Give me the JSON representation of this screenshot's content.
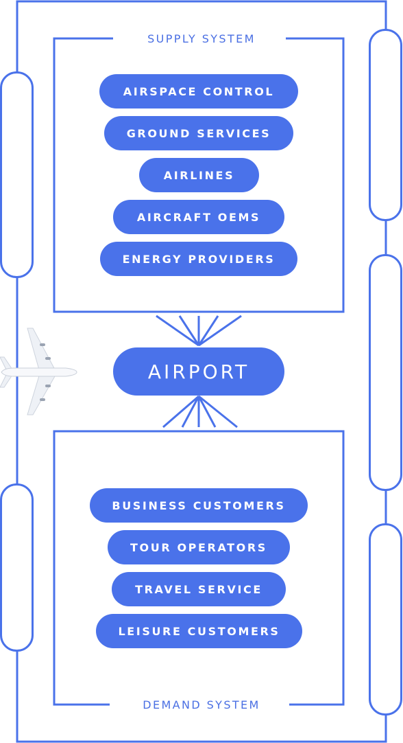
{
  "colors": {
    "accent": "#4a72ea",
    "text_on_accent": "#ffffff",
    "title": "#4a6fe3"
  },
  "supply": {
    "title": "SUPPLY SYSTEM",
    "items": [
      "AIRSPACE CONTROL",
      "GROUND SERVICES",
      "AIRLINES",
      "AIRCRAFT OEMS",
      "ENERGY PROVIDERS"
    ]
  },
  "center": {
    "label": "AIRPORT"
  },
  "demand": {
    "title": "DEMAND SYSTEM",
    "items": [
      "BUSINESS CUSTOMERS",
      "TOUR OPERATORS",
      "TRAVEL SERVICE",
      "LEISURE CUSTOMERS"
    ]
  },
  "icons": {
    "plane": "airplane-icon"
  }
}
